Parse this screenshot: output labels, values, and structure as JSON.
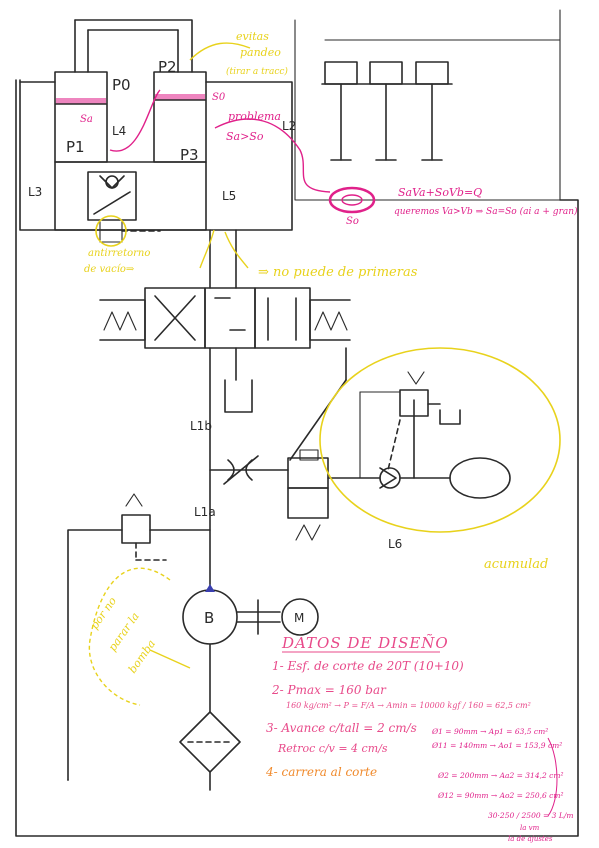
{
  "labels": {
    "p0": "P0",
    "p2": "P2",
    "p1": "P1",
    "p3": "P3",
    "s0": "S0",
    "sa": "Sa",
    "l2": "L2",
    "l3": "L3",
    "l4": "L4",
    "l5": "L5",
    "l1a": "L1a",
    "l1b": "L1b",
    "l6": "L6",
    "pump": "B",
    "motor": "M",
    "s0_ring": "So"
  },
  "annotations": {
    "evitar_line1": "evitas",
    "evitar_line2": "pandeo",
    "evitar_line3": "(tirar a tracc)",
    "problema_line1": "problema",
    "problema_line2": "Sa>So",
    "eq1": "SaVa+SoVb=Q",
    "eq2": "queremos Va>Vb ⇒ Sa=So (ai a + gran)",
    "check_line1": "antirretorno",
    "check_line2": "de vacío⇒",
    "no_prime": "⇒ no puede de primeras",
    "acumulador": "acumulad",
    "no_pump_line1": "por no",
    "no_pump_line2": "parar la",
    "no_pump_line3": "bomba"
  },
  "design": {
    "title": "DATOS DE DISEÑO",
    "item1": "1- Esf. de corte de 20T (10+10)",
    "item2": "2- Pmax = 160 bar",
    "item2b": "160 kg/cm²  →  P = F/A  →  Amin = 10000 kgf / 160 = 62,5 cm²",
    "item3": "3- Avance c/tall = 2 cm/s",
    "item3b": "Retroc c/v = 4 cm/s",
    "item4": "4- carrera al corte",
    "calc1": "Ø1 = 90mm → Ap1 = 63,5 cm²",
    "calc2": "Ø11 = 140mm → Ao1 = 153,9 cm²",
    "calc3": "Ø2 = 200mm → Aa2 = 314,2 cm²",
    "calc4": "Ø12 = 90mm → Ao2 = 250,6 cm²",
    "calc5": "30·250 / 2500 = 3 L/m",
    "calc6": "la vm",
    "calc7": "la de ajustes"
  },
  "colors": {
    "ink": "#2a2a2a",
    "magenta": "#e0218a",
    "yellow": "#e8d21c",
    "pink": "#e84a8a",
    "orange": "#f08a2c",
    "arrow": "#3a3fb0"
  }
}
